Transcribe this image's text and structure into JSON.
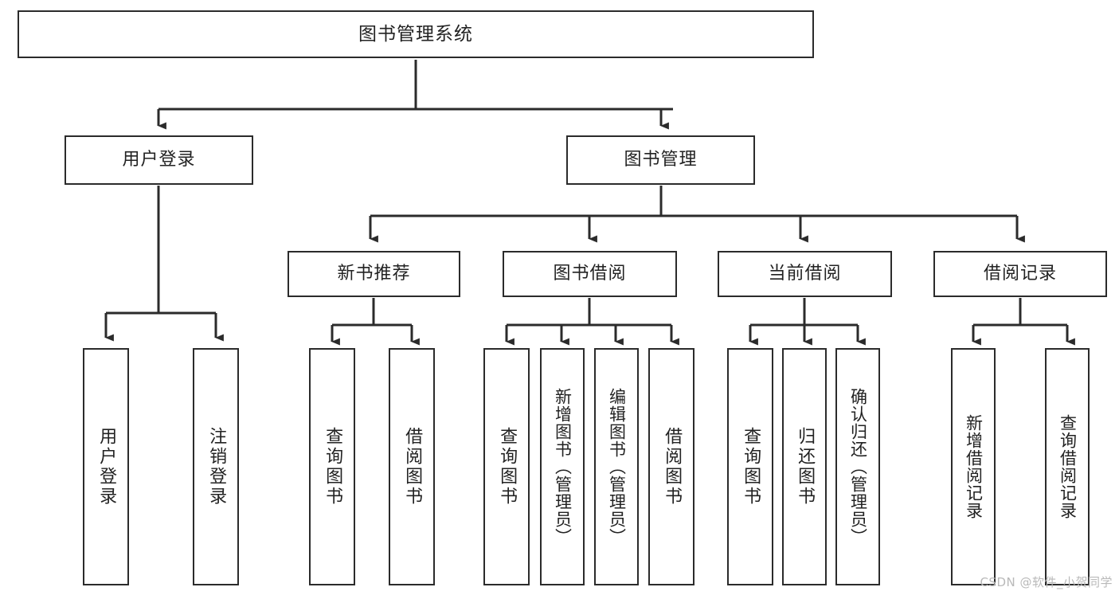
{
  "diagram": {
    "title": "图书管理系统",
    "watermark": "CSDN @软件_小贺同学",
    "line_color": "#2b2b2b",
    "box_fill": "#ffffff",
    "text_color": "#222222",
    "nodes": {
      "root": {
        "label": "图书管理系统"
      },
      "level2": [
        {
          "id": "user-login",
          "label": "用户登录"
        },
        {
          "id": "book-management",
          "label": "图书管理"
        }
      ],
      "level3": [
        {
          "id": "new-book-recommend",
          "label": "新书推荐"
        },
        {
          "id": "book-borrow",
          "label": "图书借阅"
        },
        {
          "id": "current-borrow",
          "label": "当前借阅"
        },
        {
          "id": "borrow-record",
          "label": "借阅记录"
        }
      ],
      "leaves": {
        "user-login": [
          {
            "id": "leaf-user-login",
            "label": "用户登录"
          },
          {
            "id": "leaf-logout",
            "label": "注销登录"
          }
        ],
        "new-book-recommend": [
          {
            "id": "leaf-query-book-1",
            "label": "查询图书"
          },
          {
            "id": "leaf-borrow-book-1",
            "label": "借阅图书"
          }
        ],
        "book-borrow": [
          {
            "id": "leaf-query-book-2",
            "label": "查询图书"
          },
          {
            "id": "leaf-add-book",
            "label": "新增图书（管理员）"
          },
          {
            "id": "leaf-edit-book",
            "label": "编辑图书（管理员）"
          },
          {
            "id": "leaf-borrow-book-2",
            "label": "借阅图书"
          }
        ],
        "current-borrow": [
          {
            "id": "leaf-query-book-3",
            "label": "查询图书"
          },
          {
            "id": "leaf-return-book",
            "label": "归还图书"
          },
          {
            "id": "leaf-confirm-return",
            "label": "确认归还（管理员）"
          }
        ],
        "borrow-record": [
          {
            "id": "leaf-add-record",
            "label": "新增借阅记录"
          },
          {
            "id": "leaf-query-record",
            "label": "查询借阅记录"
          }
        ]
      }
    }
  }
}
